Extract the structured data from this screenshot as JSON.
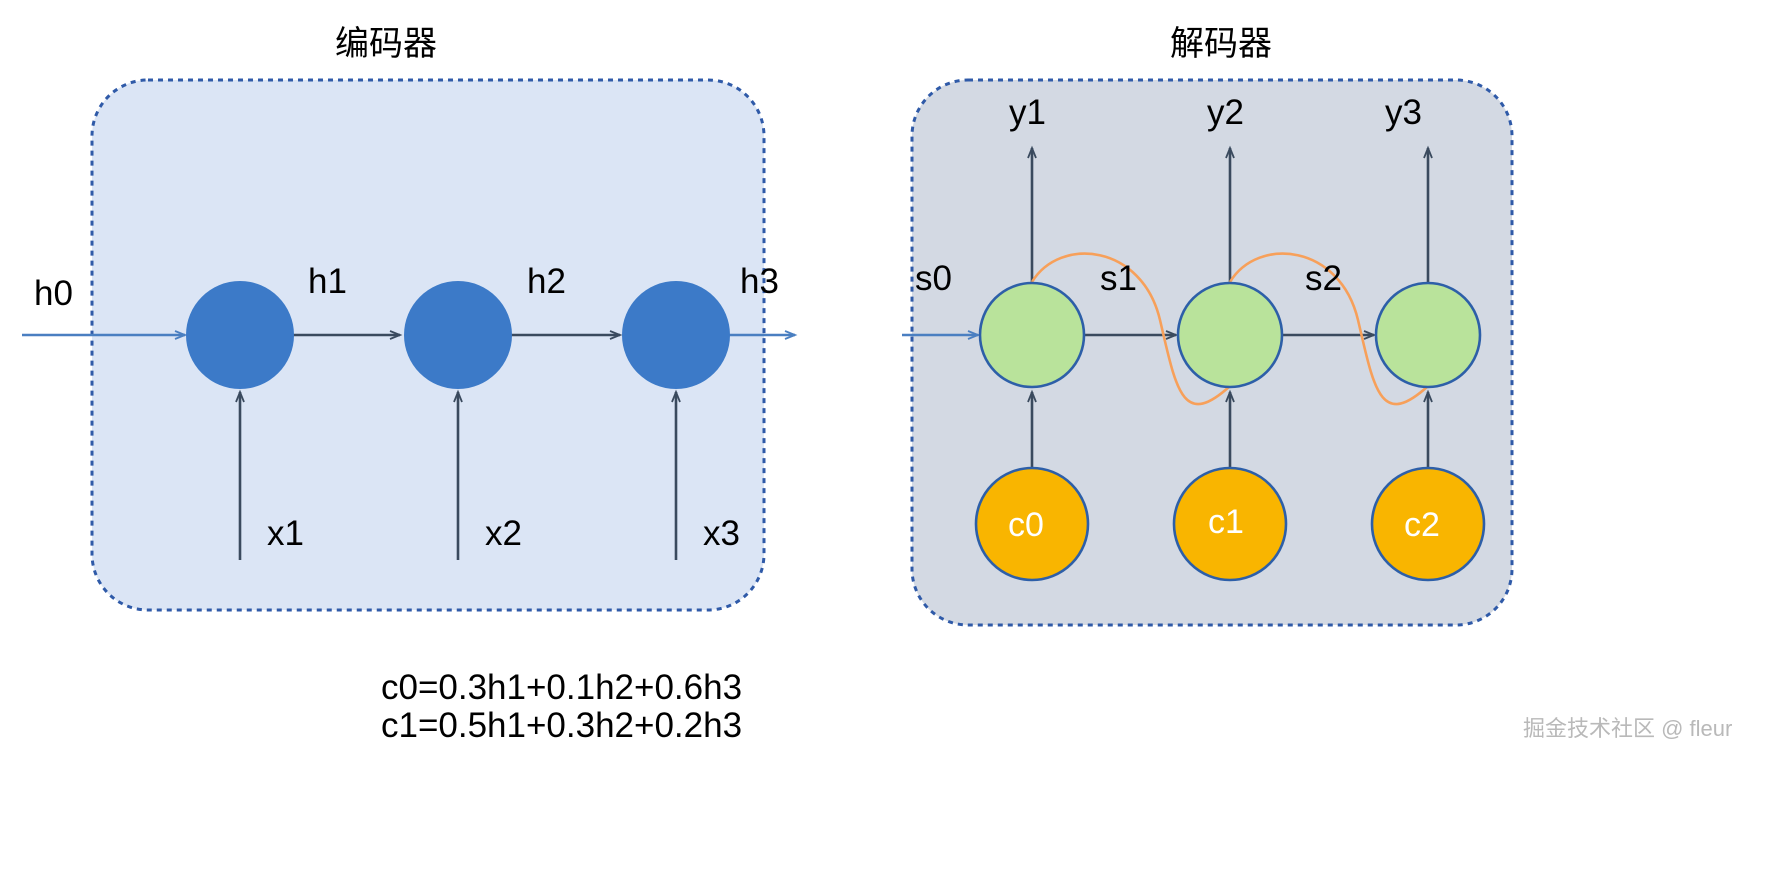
{
  "diagram": {
    "encoder": {
      "title": "编码器",
      "box_fill": "#dbe5f5",
      "box_border": "#2f5aa8",
      "node_fill": "#3c7ac8",
      "init_label": "h0",
      "state_labels": [
        "h1",
        "h2",
        "h3"
      ],
      "input_labels": [
        "x1",
        "x2",
        "x3"
      ]
    },
    "decoder": {
      "title": "解码器",
      "box_fill": "#d3d9e3",
      "box_border": "#2f5aa8",
      "state_fill": "#b9e39b",
      "state_border": "#2d5fa8",
      "context_fill": "#f9b500",
      "context_border": "#2d5fa8",
      "context_text_color": "#ffffff",
      "recurrent_color": "#f7a05a",
      "init_label": "s0",
      "state_labels": [
        "s1",
        "s2"
      ],
      "output_labels": [
        "y1",
        "y2",
        "y3"
      ],
      "context_labels": [
        "c0",
        "c1",
        "c2"
      ]
    },
    "formulas": [
      "c0=0.3h1+0.1h2+0.6h3",
      "c1=0.5h1+0.3h2+0.2h3"
    ],
    "watermark": "掘金技术社区 @ fleur",
    "arrow_color": "#3a4a5e",
    "flow_arrow_color": "#4a7fc1"
  }
}
